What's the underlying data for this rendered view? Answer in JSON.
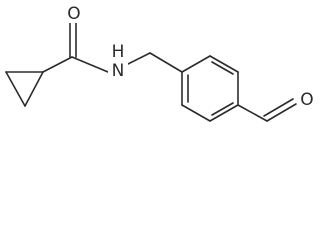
{
  "structure": {
    "atom_labels": {
      "amide_oxygen": "O",
      "amide_nitrogen": "N",
      "amide_hydrogen": "H",
      "aldehyde_oxygen": "O"
    },
    "colors": {
      "bond": "#2b2b2b",
      "background": "#ffffff"
    }
  }
}
